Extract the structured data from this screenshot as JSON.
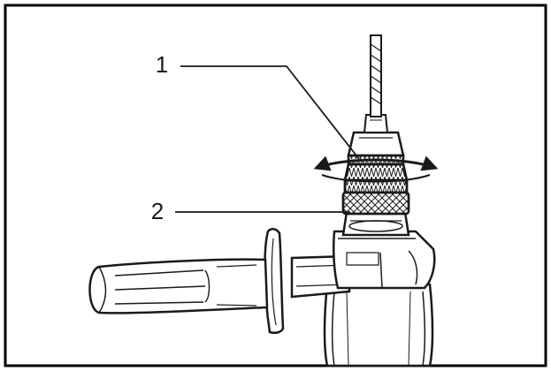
{
  "callouts": [
    {
      "number": "1",
      "part": "sleeve"
    },
    {
      "number": "2",
      "part": "ring"
    }
  ],
  "colors": {
    "stroke": "#1a1a1a",
    "fill": "#ffffff",
    "shade": "#e6e6e6",
    "frame": "#000000"
  }
}
